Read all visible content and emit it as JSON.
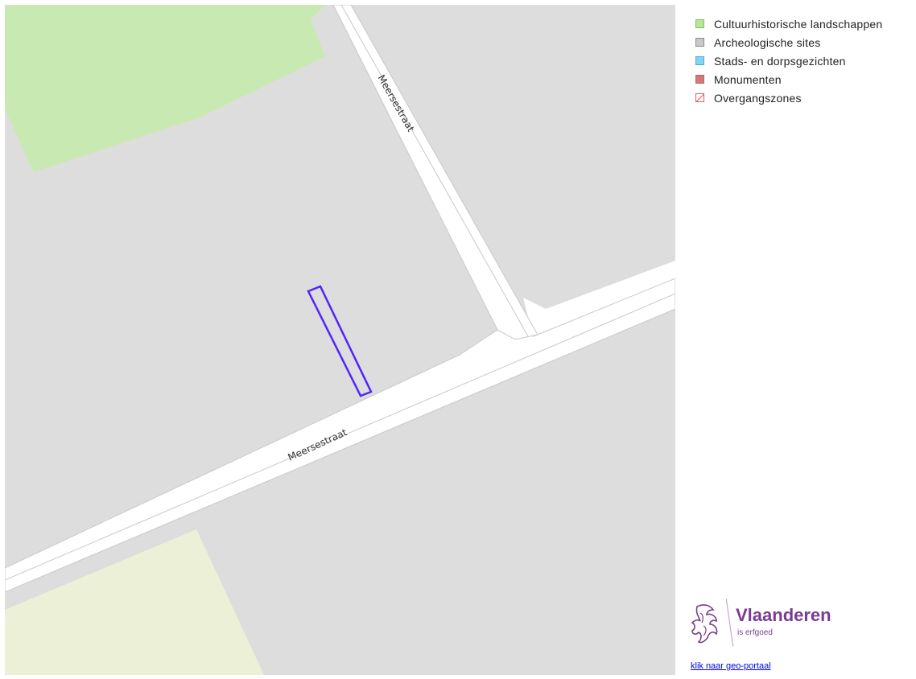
{
  "map": {
    "street_labels": [
      "Meersestraat",
      "Meersestraat"
    ],
    "colors": {
      "parcel": "#dddddd",
      "road": "#ffffff",
      "road_edge": "#c8c8c8",
      "park": "#c9e9b3",
      "farmland": "#ecf0d6",
      "selection": "#5224ff"
    }
  },
  "legend": {
    "items": [
      {
        "label": "Cultuurhistorische landschappen",
        "icon": "green-square"
      },
      {
        "label": "Archeologische sites",
        "icon": "grey-square"
      },
      {
        "label": "Stads- en dorpsgezichten",
        "icon": "blue-square"
      },
      {
        "label": "Monumenten",
        "icon": "red-square"
      },
      {
        "label": "Overgangszones",
        "icon": "hatched-red-square"
      }
    ]
  },
  "logo": {
    "brand": "Vlaanderen",
    "tagline": "is erfgoed"
  },
  "link": {
    "text": "klik naar geo-portaal"
  }
}
